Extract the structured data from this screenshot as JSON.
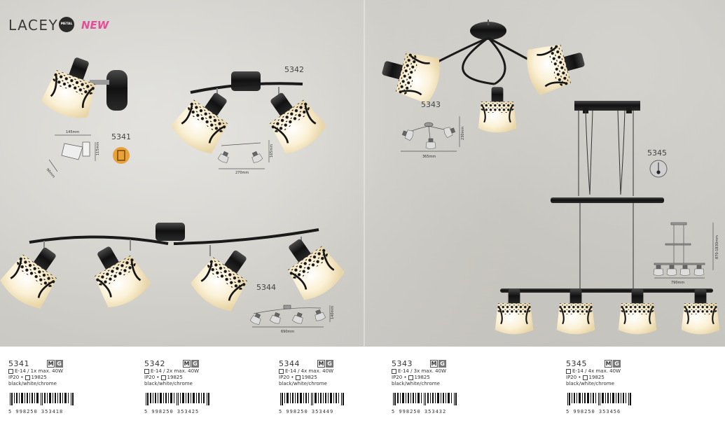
{
  "header": {
    "series": "LACEY",
    "finish_badge": "METAL BLACK",
    "new_label": "NEW"
  },
  "photo_labels": {
    "p5341": "5341",
    "p5342": "5342",
    "p5343": "5343",
    "p5344": "5344",
    "p5345": "5345"
  },
  "dimensions": {
    "d5341_w": "145mm",
    "d5341_h": "115mm",
    "d5341_d": "90mm",
    "d5342_w": "270mm",
    "d5342_h": "165mm",
    "d5343_w": "365mm",
    "d5343_h": "230mm",
    "d5344_w": "690mm",
    "d5344_h": "140mm",
    "d5345_w": "790mm",
    "d5345_h": "870-1830mm"
  },
  "products": [
    {
      "code": "5341",
      "spec": "E-14 / 1x max. 40W",
      "ip": "IP20 •",
      "class": "19825",
      "color": "black/white/chrome",
      "barcode": "5 998250 353418"
    },
    {
      "code": "5342",
      "spec": "E-14 / 2x max. 40W",
      "ip": "IP20 •",
      "class": "19825",
      "color": "black/white/chrome",
      "barcode": "5 998250 353425"
    },
    {
      "code": "5344",
      "spec": "E-14 / 4x max. 40W",
      "ip": "IP20 •",
      "class": "19825",
      "color": "black/white/chrome",
      "barcode": "5 998250 353449"
    },
    {
      "code": "5343",
      "spec": "E-14 / 3x max. 40W",
      "ip": "IP20 •",
      "class": "19825",
      "color": "black/white/chrome",
      "barcode": "5 998250 353432"
    },
    {
      "code": "5345",
      "spec": "E-14 / 4x max. 40W",
      "ip": "IP20 •",
      "class": "19825",
      "color": "black/white/chrome",
      "barcode": "5 998250 353456"
    }
  ],
  "badges": {
    "m": "M",
    "g": "G"
  },
  "colors": {
    "metal": "#1e1e1e",
    "glass": "#fbf3dc",
    "lace": "#151515",
    "accent_new": "#e0509a",
    "bulb_icon": "#e8a23a"
  }
}
